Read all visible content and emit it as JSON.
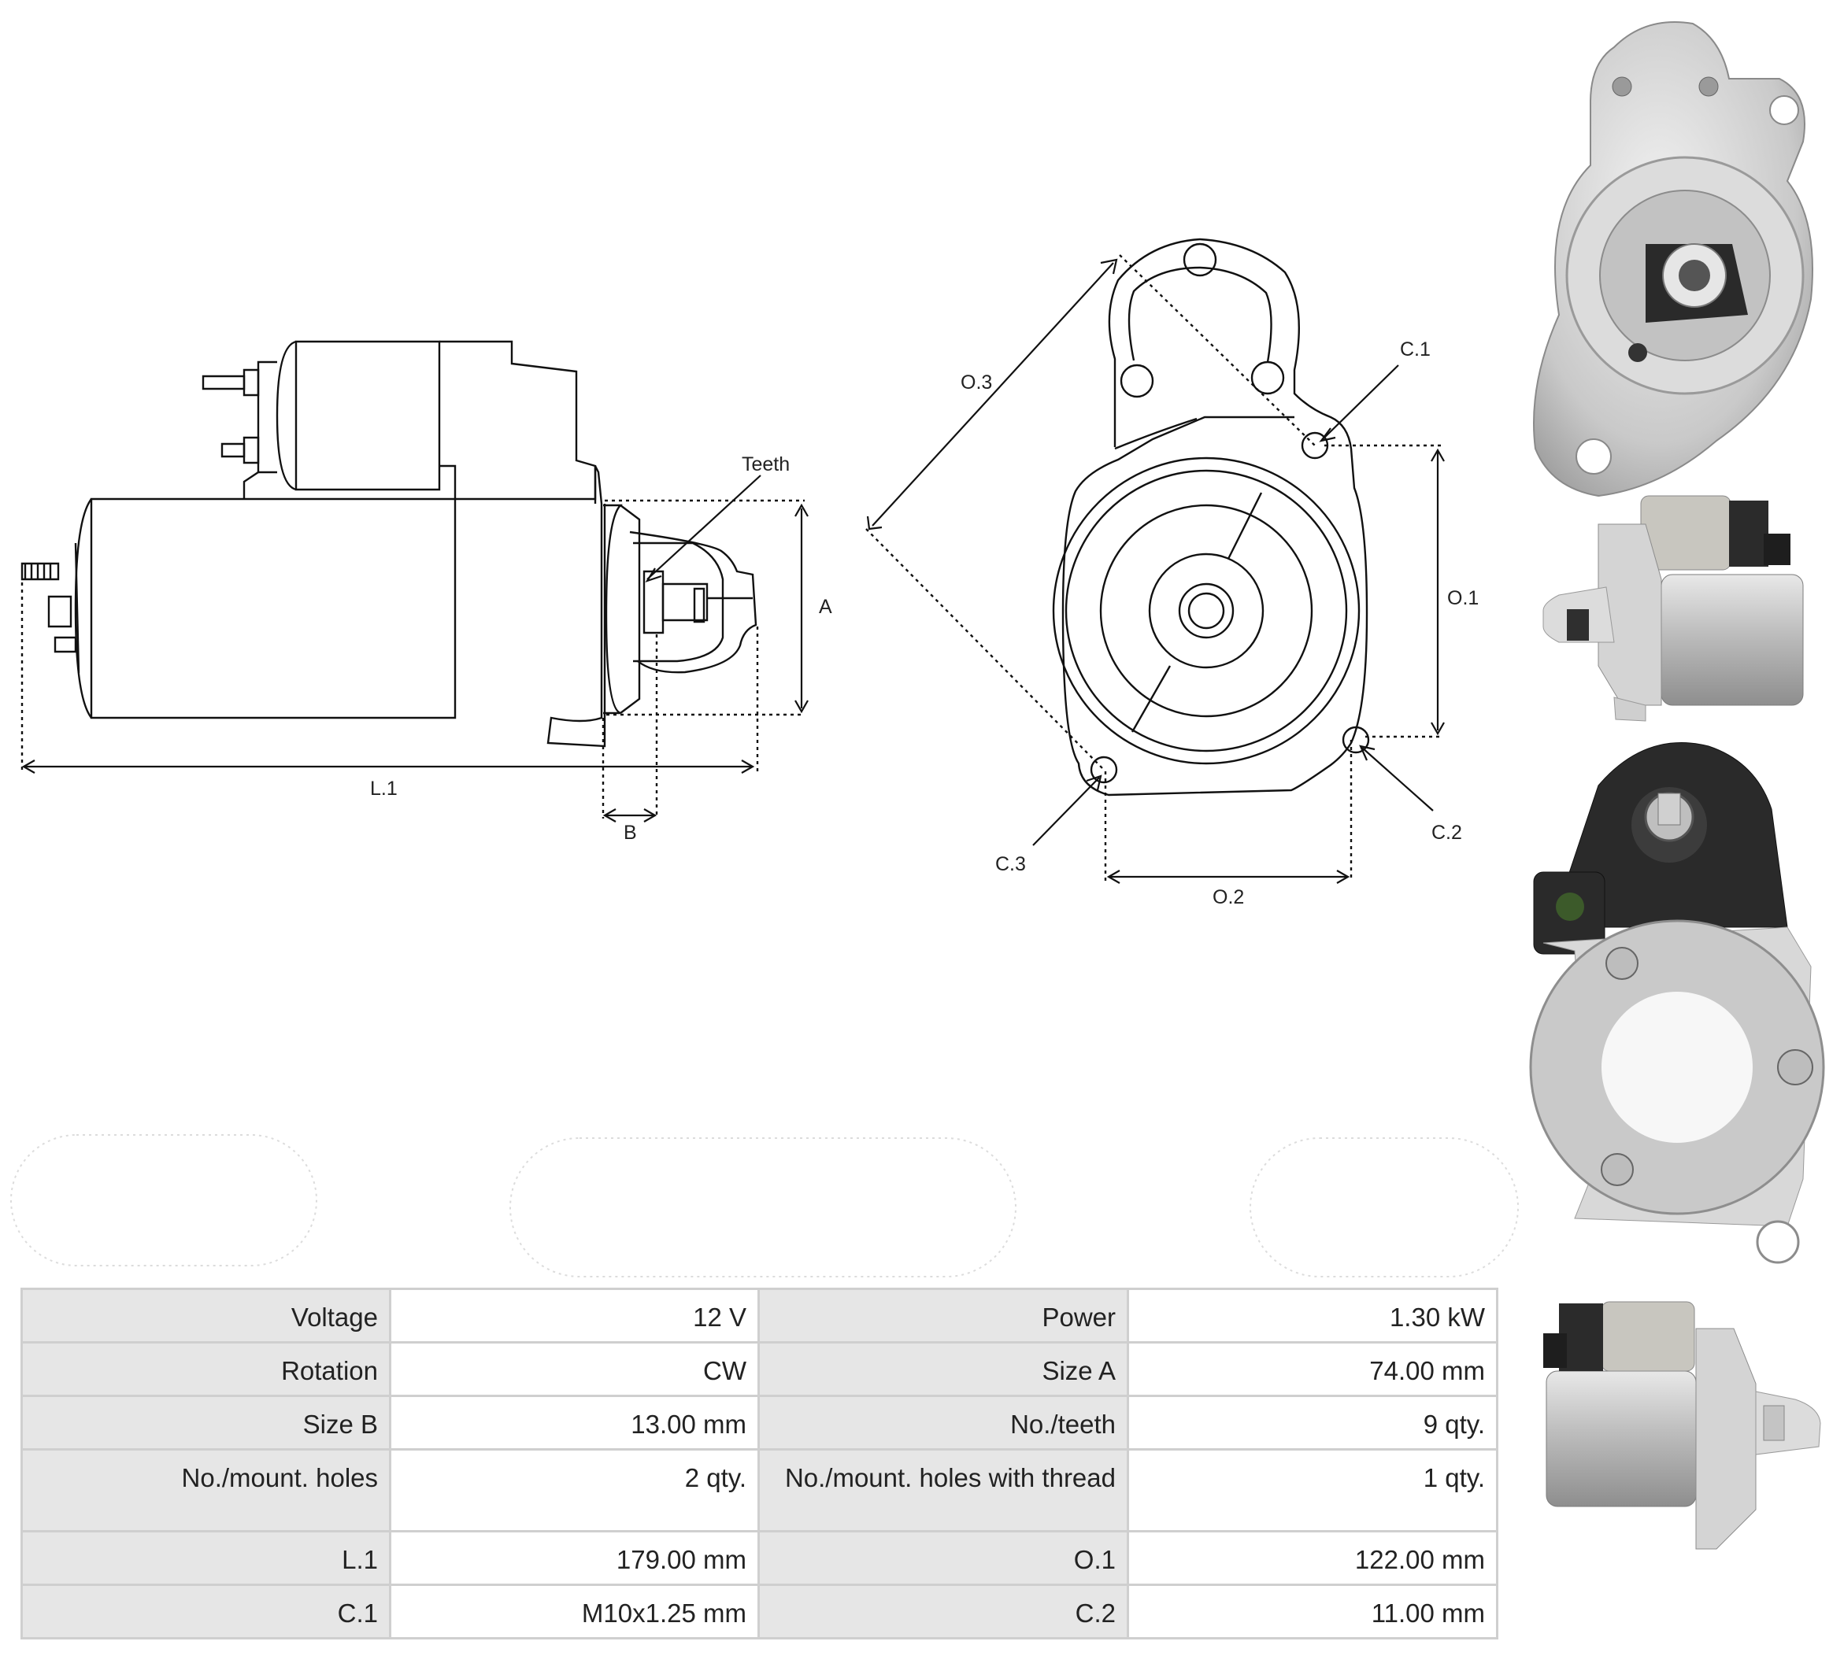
{
  "diagram": {
    "labels": {
      "teeth": "Teeth",
      "a": "A",
      "b": "B",
      "l1": "L.1",
      "o1": "O.1",
      "o2": "O.2",
      "o3": "O.3",
      "c1": "C.1",
      "c2": "C.2",
      "c3": "C.3"
    }
  },
  "specs": {
    "rows": [
      [
        {
          "k": "Voltage",
          "v": "12 V"
        },
        {
          "k": "Power",
          "v": "1.30 kW"
        }
      ],
      [
        {
          "k": "Rotation",
          "v": "CW"
        },
        {
          "k": "Size A",
          "v": "74.00 mm"
        }
      ],
      [
        {
          "k": "Size B",
          "v": "13.00 mm"
        },
        {
          "k": "No./teeth",
          "v": "9 qty."
        }
      ],
      [
        {
          "k": "No./mount. holes",
          "v": "2 qty."
        },
        {
          "k": "No./mount. holes with thread",
          "v": "1 qty."
        }
      ],
      [
        {
          "k": "L.1",
          "v": "179.00 mm"
        },
        {
          "k": "O.1",
          "v": "122.00 mm"
        }
      ],
      [
        {
          "k": "C.1",
          "v": "M10x1.25 mm"
        },
        {
          "k": "C.2",
          "v": "11.00 mm"
        }
      ]
    ]
  },
  "colors": {
    "table_border": "#cfcfcf",
    "key_cell_bg": "#e6e6e6",
    "line": "#111111"
  }
}
